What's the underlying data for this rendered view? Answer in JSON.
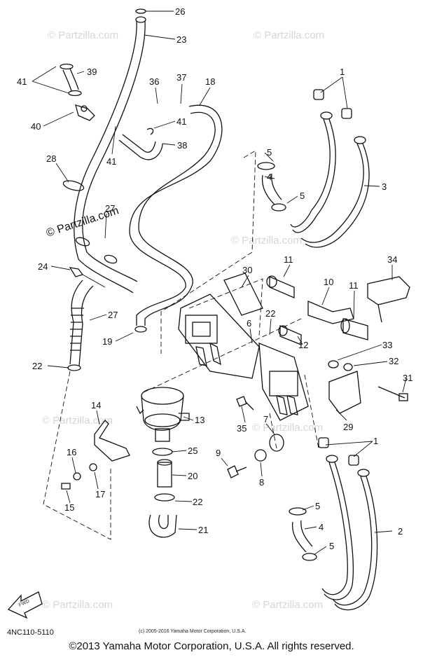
{
  "diagram": {
    "part_code": "4NC110-5110",
    "small_copyright": "(c) 2005-2016 Yamaha Motor Corporation, U.S.A.",
    "watermark": "© Partzilla.com",
    "direction_label": "FWD",
    "callouts": [
      "26",
      "23",
      "39",
      "41",
      "40",
      "36",
      "37",
      "18",
      "41",
      "41",
      "38",
      "1",
      "5",
      "4",
      "5",
      "3",
      "28",
      "27",
      "24",
      "27",
      "22",
      "19",
      "30",
      "11",
      "10",
      "11",
      "34",
      "22",
      "6",
      "12",
      "33",
      "32",
      "31",
      "14",
      "13",
      "16",
      "25",
      "9",
      "7",
      "35",
      "29",
      "1",
      "17",
      "15",
      "20",
      "22",
      "21",
      "8",
      "5",
      "4",
      "2",
      "5"
    ]
  },
  "footer": {
    "copyright": "©2013 Yamaha Motor Corporation, U.S.A. All rights reserved."
  }
}
